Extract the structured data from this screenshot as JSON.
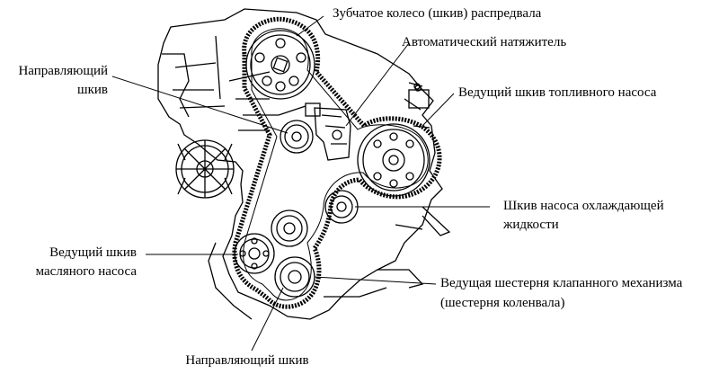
{
  "labels": {
    "camshaft_pulley": "Зубчатое колесо (шкив) распредвала",
    "auto_tensioner": "Автоматический натяжитель",
    "guide_pulley_top_line1": "Направляющий",
    "guide_pulley_top_line2": "шкив",
    "fuel_pump_pulley": "Ведущий шкив топливного насоса",
    "coolant_pump_pulley_line1": "Шкив насоса охлаждающей",
    "coolant_pump_pulley_line2": "жидкости",
    "oil_pump_pulley_line1": "Ведущий шкив",
    "oil_pump_pulley_line2": "масляного насоса",
    "crank_gear_line1": "Ведущая шестерня клапанного механизма",
    "crank_gear_line2": "(шестерня коленвала)",
    "guide_pulley_bottom": "Направляющий шкив"
  },
  "colors": {
    "ink": "#000000",
    "paper": "#ffffff"
  }
}
